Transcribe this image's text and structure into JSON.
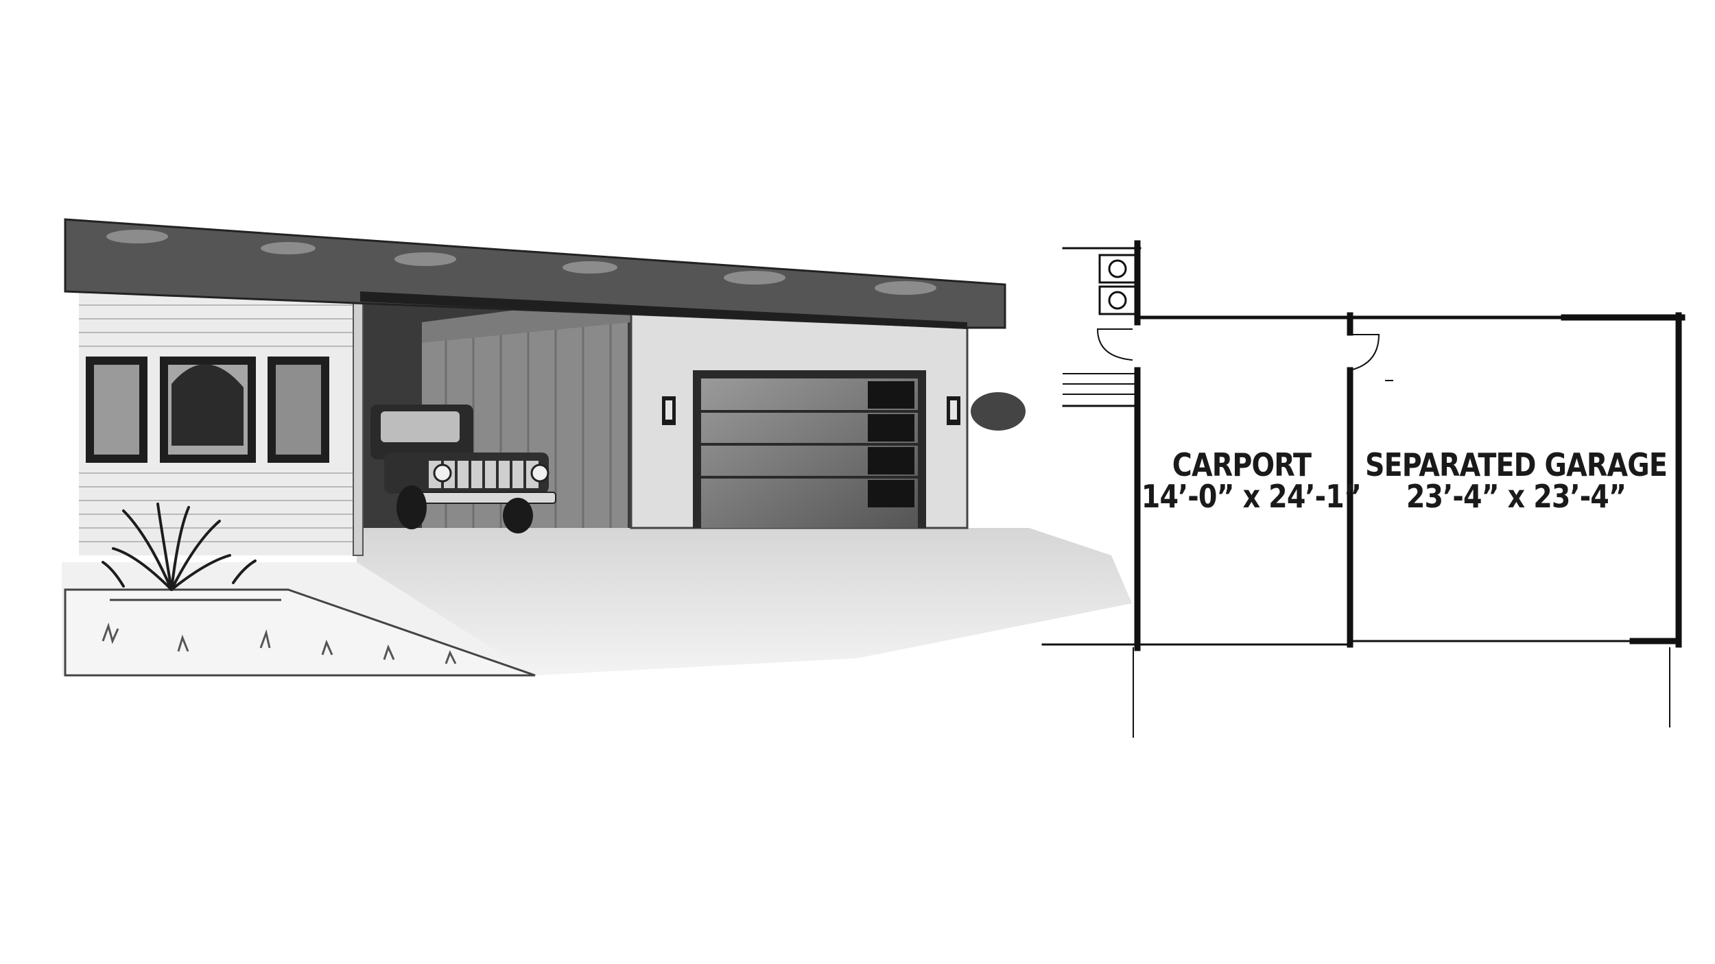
{
  "rooms": {
    "carport": {
      "name": "CARPORT",
      "dimensions": "14’-0” x 24’-1”"
    },
    "garage": {
      "name": "SEPARATED GARAGE",
      "dimensions": "23’-4” x 23’-4”"
    }
  },
  "illustration": {
    "subjects": [
      "flat-roof",
      "house-wing-with-windows",
      "pickup-truck",
      "garage-door",
      "wall-lanterns",
      "driveway",
      "planter-with-grass"
    ]
  },
  "colors": {
    "roof": "#555555",
    "siding": "#e9e9e9",
    "wall": "#dedede",
    "door": "#5a5a5a",
    "carport_shadow": "#3a3a3a",
    "ground": "#c9c9c9",
    "plan_line": "#111111"
  }
}
